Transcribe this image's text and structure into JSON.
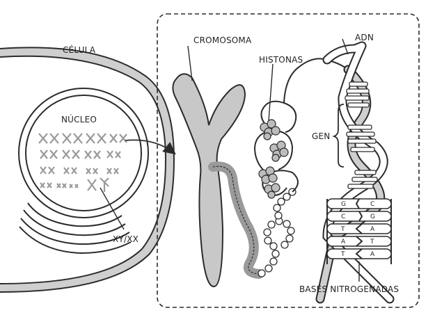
{
  "labels": {
    "cell": "CÉLULA",
    "nucleus": "NÚCLEO",
    "sex_chromosomes": "XY/XX",
    "chromosome": "CROMOSOMA",
    "histones": "HISTONAS",
    "dna": "ADN",
    "gene": "GEN",
    "bases": "BASES NITROGENADAS"
  },
  "base_pairs": [
    {
      "left": "G",
      "right": "C"
    },
    {
      "left": "C",
      "right": "G"
    },
    {
      "left": "T",
      "right": "A"
    },
    {
      "left": "A",
      "right": "T"
    },
    {
      "left": "T",
      "right": "A"
    }
  ],
  "colors": {
    "outline": "#2b2b2b",
    "chromosome_fill": "#c8c8c8",
    "chromatin_gray": "#9a9a9a",
    "background": "#ffffff"
  }
}
